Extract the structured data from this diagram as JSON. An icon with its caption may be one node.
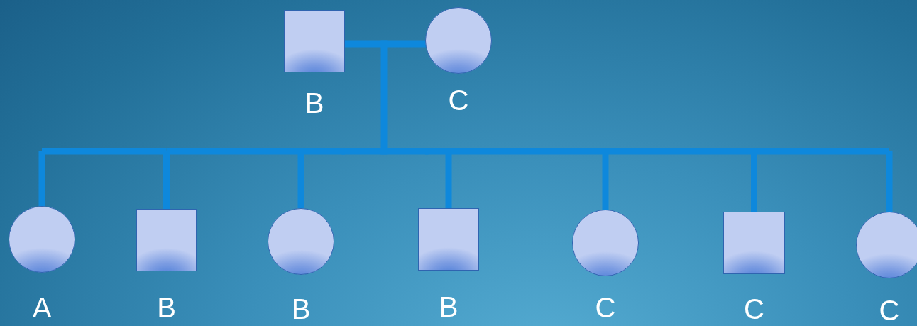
{
  "diagram": {
    "nodes": [
      {
        "text": [],
        "shape": "box",
        "beside": [
          "B"
        ]
      },
      {
        "text": [],
        "shape": "circle",
        "beside": [
          "C"
        ]
      },
      {
        "text": [],
        "shape": "circle",
        "beside": [
          "A"
        ]
      },
      {
        "text": [],
        "shape": "box",
        "beside": [
          "B"
        ]
      },
      {
        "text": [],
        "shape": "circle",
        "beside": [
          "B"
        ]
      },
      {
        "text": [],
        "shape": "box",
        "beside": [
          "B"
        ]
      },
      {
        "text": [],
        "shape": "circle",
        "beside": [
          "C"
        ]
      },
      {
        "text": [],
        "shape": "box",
        "beside": [
          "C"
        ]
      },
      {
        "text": [],
        "shape": "circle",
        "beside": [
          "C"
        ]
      }
    ],
    "edges": [
      {
        "from": 0,
        "to": 1,
        "arrow": "none"
      },
      {
        "from": 0,
        "to": 2,
        "arrow": "none"
      },
      {
        "from": 0,
        "to": 3,
        "arrow": "none"
      },
      {
        "from": 0,
        "to": 4,
        "arrow": "none"
      },
      {
        "from": 0,
        "to": 5,
        "arrow": "none"
      },
      {
        "from": 0,
        "to": 6,
        "arrow": "none"
      },
      {
        "from": 0,
        "to": 7,
        "arrow": "none"
      },
      {
        "from": 0,
        "to": 8,
        "arrow": "none"
      },
      {
        "from": 1,
        "to": 2,
        "arrow": "none"
      },
      {
        "from": 1,
        "to": 3,
        "arrow": "none"
      },
      {
        "from": 1,
        "to": 4,
        "arrow": "none"
      },
      {
        "from": 1,
        "to": 5,
        "arrow": "none"
      },
      {
        "from": 1,
        "to": 6,
        "arrow": "none"
      },
      {
        "from": 1,
        "to": 7,
        "arrow": "none"
      },
      {
        "from": 1,
        "to": 8,
        "arrow": "none"
      }
    ]
  }
}
